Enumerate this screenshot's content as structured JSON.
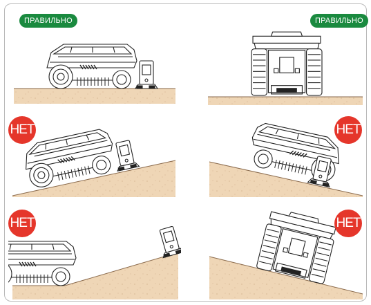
{
  "labels": {
    "correct": "ПРАВИЛЬНО",
    "wrong": "НЕТ"
  },
  "colors": {
    "correct_badge": "#1a8a3f",
    "wrong_badge": "#e5362b",
    "soil": "#efd6b6",
    "soil_top": "#b08460",
    "line": "#222222"
  },
  "panels": [
    {
      "row": 1,
      "side": "left",
      "verdict": "correct",
      "view": "side-view mower on flat ground with charging station"
    },
    {
      "row": 1,
      "side": "right",
      "verdict": "correct",
      "view": "rear-view mower on flat ground"
    },
    {
      "row": 2,
      "side": "left",
      "verdict": "wrong",
      "view": "side-view mower climbing slope towards station"
    },
    {
      "row": 2,
      "side": "right",
      "verdict": "wrong",
      "view": "side-view mower descending slope towards station"
    },
    {
      "row": 3,
      "side": "left",
      "verdict": "wrong",
      "view": "mower on flat ground, station on raised slope"
    },
    {
      "row": 3,
      "side": "right",
      "verdict": "wrong",
      "view": "rear-view mower tilted on cross slope"
    }
  ]
}
